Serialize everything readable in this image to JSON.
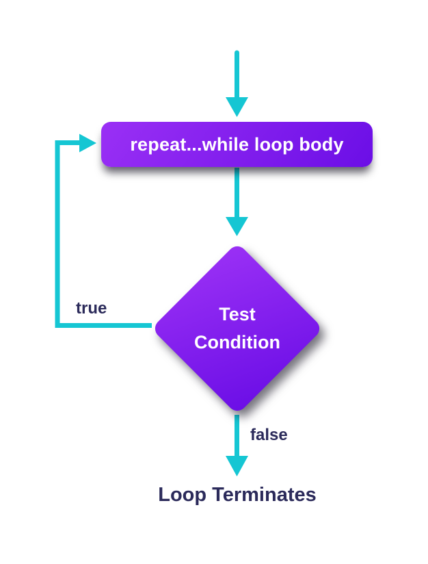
{
  "diagram": {
    "title_hidden": "",
    "nodes": {
      "loop_body": {
        "label": "repeat...while loop body",
        "type": "process"
      },
      "decision": {
        "label_line1": "Test",
        "label_line2": "Condition",
        "type": "decision"
      }
    },
    "edges": {
      "true_label": "true",
      "false_label": "false"
    },
    "terminal_text": "Loop Terminates"
  },
  "colors": {
    "arrow": "#15c6d3",
    "node_grad_start": "#9a30f5",
    "node_grad_end": "#6b0ee6",
    "node_text": "#ffffff",
    "label_text": "#2b2a5a",
    "background": "#ffffff"
  }
}
